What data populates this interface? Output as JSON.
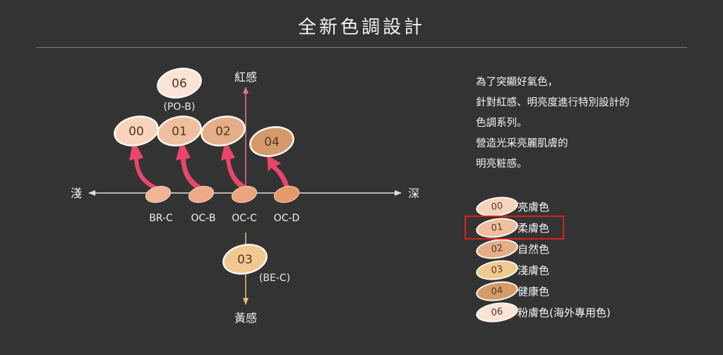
{
  "header": {
    "title": "全新色調設計"
  },
  "axes": {
    "top": "紅感",
    "bottom": "黃感",
    "left": "淺",
    "right": "深"
  },
  "shades": {
    "s06": {
      "code": "06",
      "sub": "(PO-B)",
      "color": "#fbe3d6"
    },
    "s00": {
      "code": "00",
      "color": "#f7d3bc"
    },
    "s01": {
      "code": "01",
      "color": "#efbf9f"
    },
    "s02": {
      "code": "02",
      "color": "#e3ae88"
    },
    "s04": {
      "code": "04",
      "color": "#d49a6a"
    },
    "s03": {
      "code": "03",
      "sub": "(BE-C)",
      "color": "#efc98f"
    }
  },
  "base_points": [
    {
      "label": "BR-C",
      "color": "#f0b496"
    },
    {
      "label": "OC-B",
      "color": "#eeaa88"
    },
    {
      "label": "OC-C",
      "color": "#eba57c"
    },
    {
      "label": "OC-D",
      "color": "#e59a66"
    }
  ],
  "description": {
    "lines": [
      "為了突顯好氣色，",
      "針對紅感、明亮度進行特別設計的",
      "色調系列。",
      "營造光采亮麗肌膚的",
      "明亮粧感。"
    ]
  },
  "legend": {
    "items": [
      {
        "code": "00",
        "label": "亮膚色",
        "color": "#f7d3bc"
      },
      {
        "code": "01",
        "label": "柔膚色",
        "color": "#efbf9f"
      },
      {
        "code": "02",
        "label": "自然色",
        "color": "#e3ae88"
      },
      {
        "code": "03",
        "label": "淺膚色",
        "color": "#efc98f"
      },
      {
        "code": "04",
        "label": "健康色",
        "color": "#d49a6a"
      },
      {
        "code": "06",
        "label": "粉膚色(海外專用色)",
        "color": "#fbe3d6"
      }
    ],
    "highlighted_code": "01",
    "highlight_color": "#d8231e"
  },
  "colors": {
    "background": "#333333",
    "arrow": "#e8466a",
    "axis": "#e0e0e0"
  }
}
